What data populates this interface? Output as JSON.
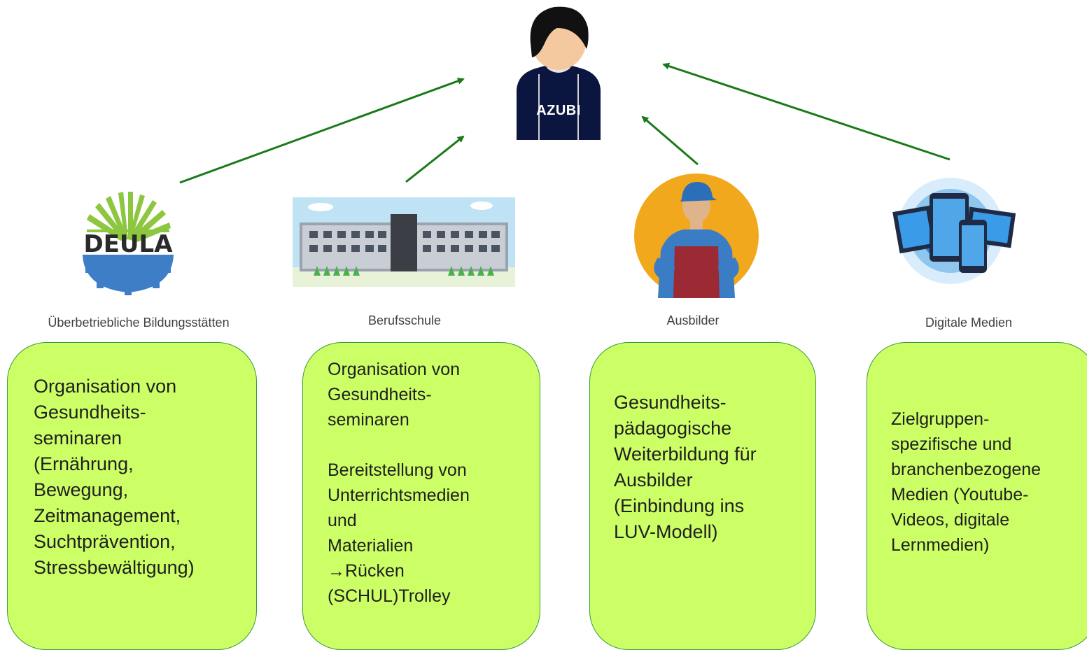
{
  "center": {
    "label": "AZUBI"
  },
  "sources": [
    {
      "id": "deula",
      "caption": "Überbetriebliche Bildungsstätten",
      "logo_text": "DEULA"
    },
    {
      "id": "berufsschule",
      "caption": "Berufsschule"
    },
    {
      "id": "ausbilder",
      "caption": "Ausbilder"
    },
    {
      "id": "digital",
      "caption": "Digitale Medien"
    }
  ],
  "boxes": [
    {
      "text": "Organisation von\nGesundheits-\nseminaren\n(Ernährung,\nBewegung,\nZeitmanagement,\nSuchtprävention,\nStressbewältigung)"
    },
    {
      "text": "Organisation von\nGesundheits-\nseminaren\n\nBereitstellung von\nUnterrichtsmedien\nund\nMaterialien\n→Rücken\n(SCHUL)Trolley"
    },
    {
      "text": "Gesundheits-\npädagogische\nWeiterbildung für\nAusbilder\n(Einbindung ins\nLUV-Modell)"
    },
    {
      "text": "Zielgruppen-\nspezifische und\nbranchenbezogene\nMedien (Youtube-\nVideos, digitale\nLernmedien)"
    }
  ],
  "colors": {
    "arrow": "#1a7a1a",
    "box_fill": "#ccff66",
    "box_border": "#3a9a3a",
    "shirt": "#0b1640",
    "skin": "#f4c9a0"
  }
}
